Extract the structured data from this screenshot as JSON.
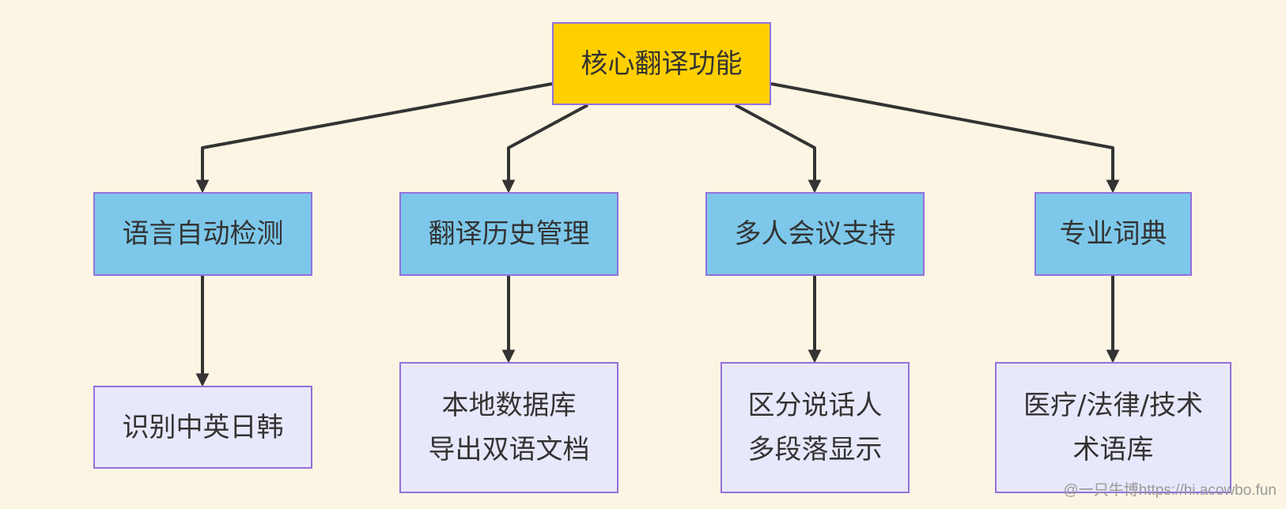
{
  "diagram": {
    "root": {
      "label": "核心翻译功能"
    },
    "branches": [
      {
        "label": "语言自动检测",
        "detail": [
          "识别中英日韩"
        ]
      },
      {
        "label": "翻译历史管理",
        "detail": [
          "本地数据库",
          "导出双语文档"
        ]
      },
      {
        "label": "多人会议支持",
        "detail": [
          "区分说话人",
          "多段落显示"
        ]
      },
      {
        "label": "专业词典",
        "detail": [
          "医疗/法律/技术",
          "术语库"
        ]
      }
    ]
  },
  "colors": {
    "background": "#fdf5e4",
    "root_fill": "#ffd000",
    "branch_fill": "#7dc8ea",
    "detail_fill": "#e8e8fc",
    "node_border": "#9370db",
    "edge": "#333333"
  },
  "watermark": "@一只牛博https://hi.acowbo.fun"
}
